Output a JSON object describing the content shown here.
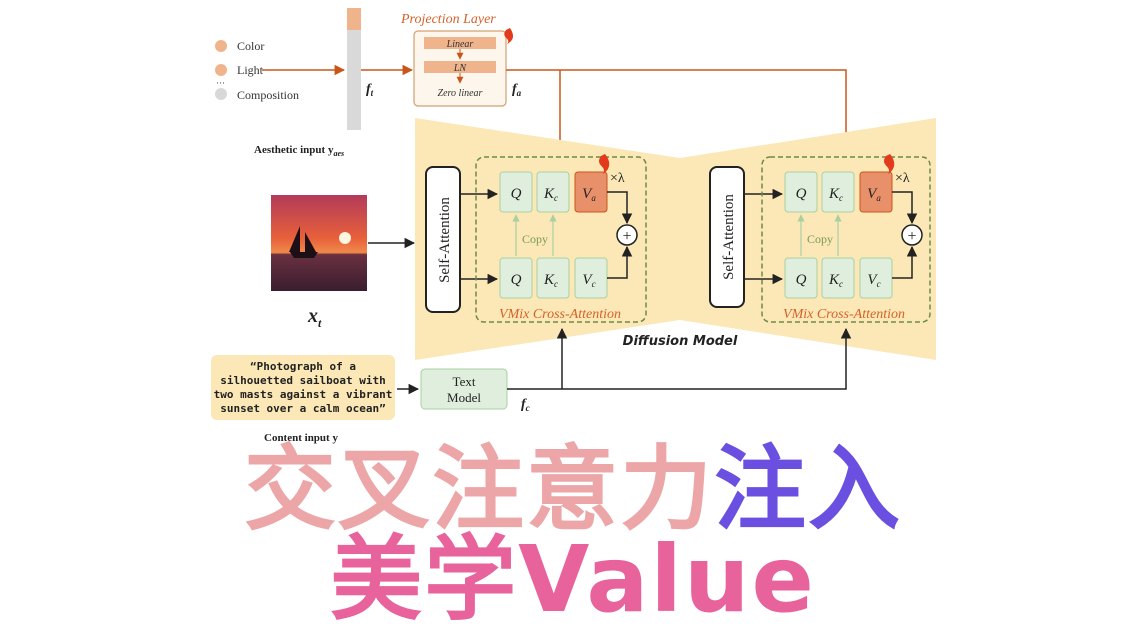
{
  "diagram": {
    "aesthetic_legend": [
      "Color",
      "Light",
      "···",
      "Composition"
    ],
    "aesthetic_input_label": "Aesthetic input y",
    "aesthetic_input_sub": "aes",
    "f_t": "f",
    "f_t_sub": "t",
    "projection": {
      "title": "Projection Layer",
      "layers": [
        "Linear",
        "LN",
        "Zero linear"
      ],
      "out_label": "f",
      "out_sub": "a"
    },
    "image_label": "x",
    "image_sub": "t",
    "self_attention": "Self-Attention",
    "q": "Q",
    "k": "K",
    "k_sub": "c",
    "v": "V",
    "v_sub": "c",
    "va": "V",
    "va_sub": "a",
    "times_lambda": "×λ",
    "plus": "+",
    "copy": "Copy",
    "vmix": "VMix Cross-Attention",
    "diffusion_model": "Diffusion Model",
    "prompt_lines": [
      "“Photograph of a",
      "silhouetted sailboat with",
      "two masts against a vibrant",
      "sunset over a calm ocean”"
    ],
    "text_model": [
      "Text",
      "Model"
    ],
    "f_c": "f",
    "f_c_sub": "c",
    "content_input": "Content input y"
  },
  "overlay": {
    "line1_part1": "交叉注意力",
    "line1_part2": "注入",
    "line2": "美学Value"
  },
  "colors": {
    "yellow_band": "#fbe8b6",
    "green_box": "#dfeedd",
    "orange_box": "#e8906a",
    "orange_text": "#d4622a",
    "arrow_orange": "#c8561b",
    "title_pink": "#eda6a8",
    "title_purple": "#6a4fe0",
    "title_pink2": "#e8629c"
  }
}
